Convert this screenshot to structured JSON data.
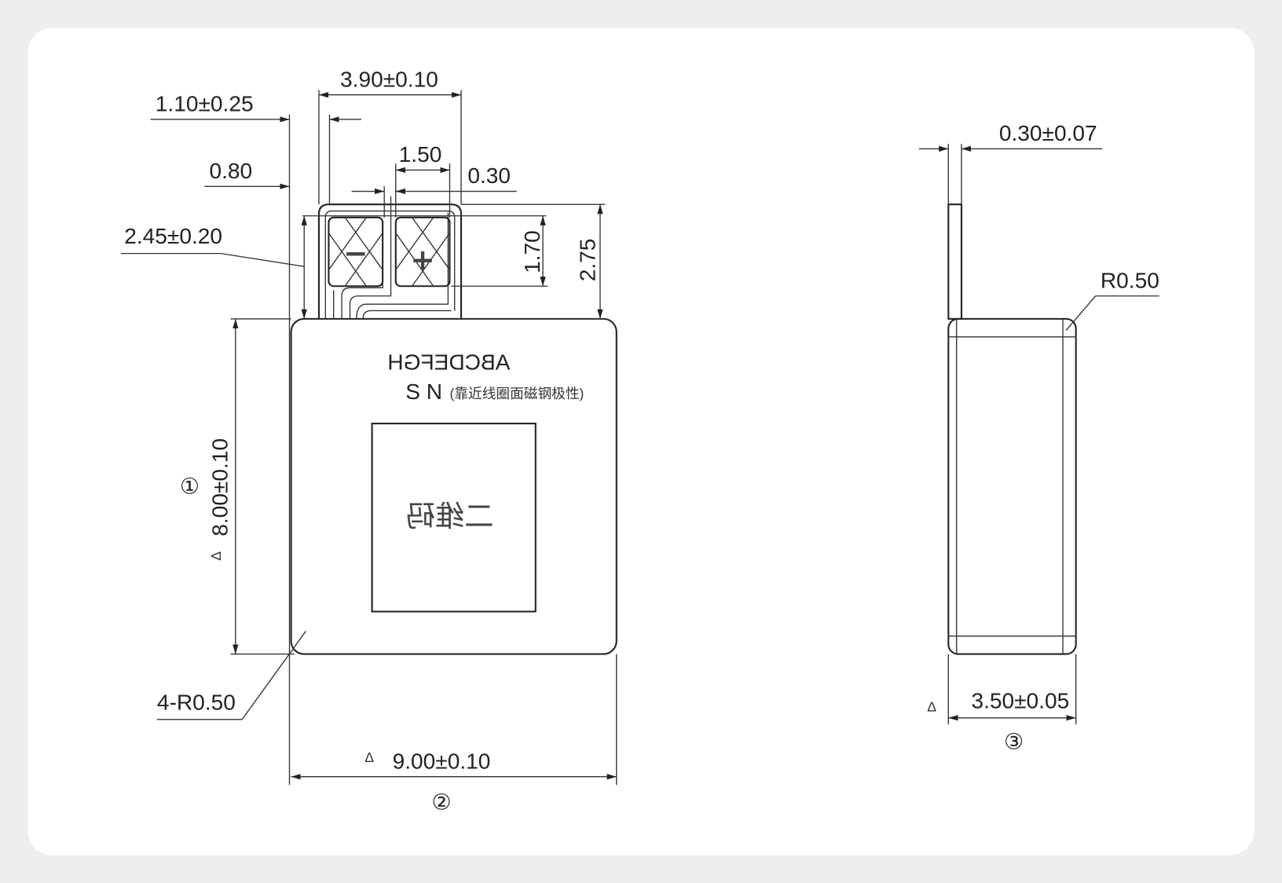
{
  "front_view": {
    "dim_top_width": "3.90±0.10",
    "dim_tab_offset": "1.10±0.25",
    "dim_pad_width": "1.50",
    "dim_gap_left": "0.80",
    "dim_gap_right": "0.30",
    "dim_tab_height": "2.45±0.20",
    "dim_pad_height": "1.70",
    "dim_tab_total": "2.75",
    "dim_body_height": "8.00±0.10",
    "dim_body_width": "9.00±0.10",
    "dim_corner_radius": "4-R0.50",
    "delta_symbol": "Δ",
    "marker_1": "①",
    "marker_2": "②",
    "terminal_negative": "−",
    "terminal_positive": "+",
    "label_mirrored": "ABCDEFGH",
    "pole_label": "S N",
    "pole_note": "(靠近线圈面磁钢极性)",
    "qr_label_mirrored": "二维码"
  },
  "side_view": {
    "dim_tab_thickness": "0.30±0.07",
    "dim_radius": "R0.50",
    "dim_thickness": "3.50±0.05",
    "delta_symbol": "Δ",
    "marker_3": "③"
  }
}
